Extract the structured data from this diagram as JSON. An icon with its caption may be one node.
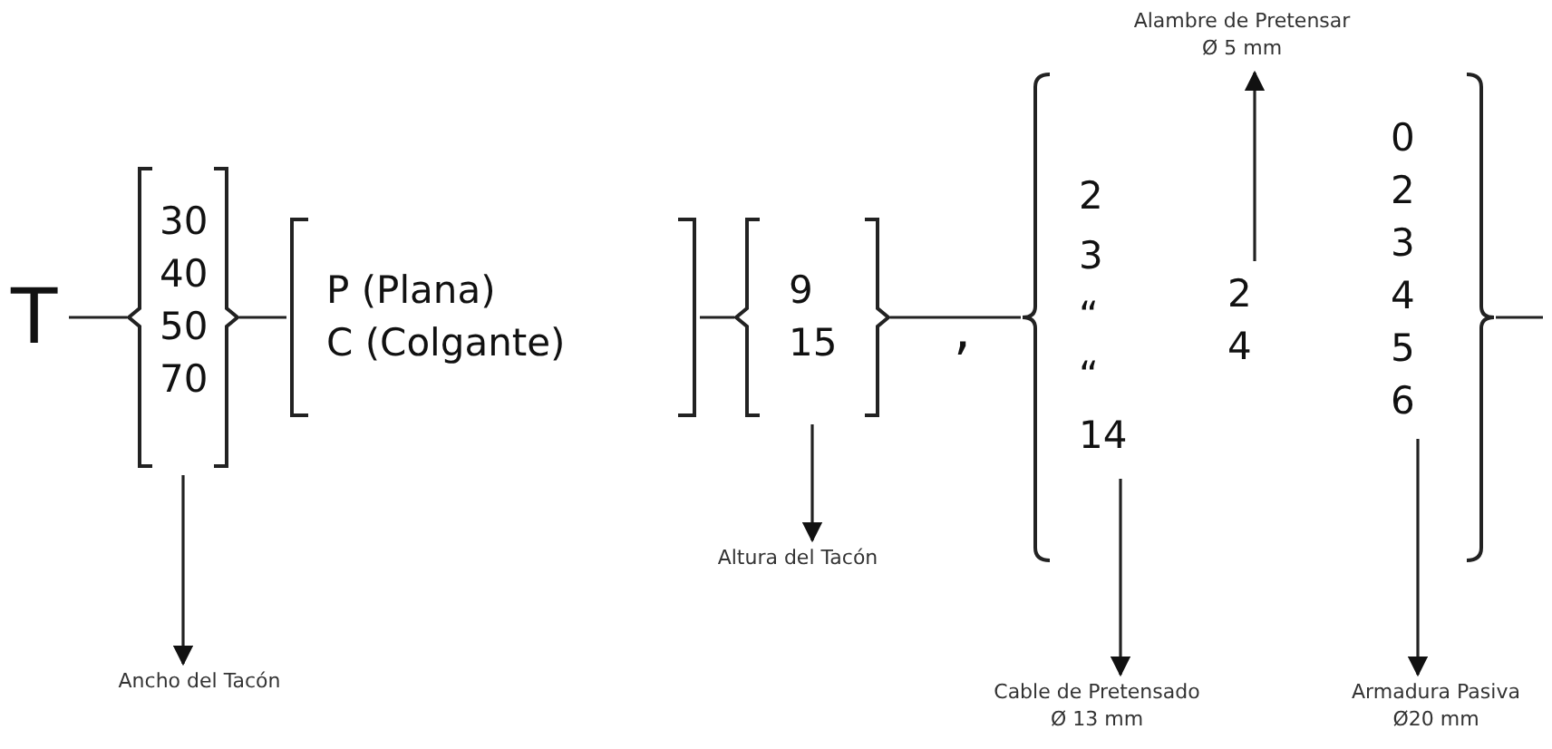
{
  "diagram": {
    "nodes": [
      {
        "text": [
          "T"
        ]
      },
      {
        "text": [
          "30",
          "40",
          "50",
          "70"
        ]
      },
      {
        "text": [
          "P (Plana)",
          "C (Colgante)"
        ]
      },
      {
        "text": [
          "9",
          "15"
        ]
      },
      {
        "text": [],
        "shape": "bracket"
      },
      {
        "text": [
          "2",
          "3",
          "“",
          "“",
          "14"
        ],
        "in": 4
      },
      {
        "text": [
          "2",
          "4"
        ],
        "in": 4
      },
      {
        "text": [
          "0",
          "2",
          "3",
          "4",
          "5",
          "6"
        ],
        "in": 4
      },
      {
        "text": [
          "Ancho del Tacón"
        ]
      },
      {
        "text": [
          "Altura del Tacón"
        ]
      },
      {
        "text": [
          "Alambre de Pretensar",
          "Ø 5 mm"
        ]
      },
      {
        "text": [
          "Cable de Pretensado",
          "Ø 13 mm"
        ]
      },
      {
        "text": [
          "Armadura Pasiva",
          "Ø20 mm"
        ]
      }
    ],
    "edges": [
      {
        "from": 0,
        "to": 1,
        "arrow": "none"
      },
      {
        "from": 1,
        "to": 2,
        "arrow": "none"
      },
      {
        "from": 2,
        "to": 3,
        "arrow": "none"
      },
      {
        "from": 3,
        "to": 4,
        "arrow": "none"
      },
      {
        "from": 4,
        "to": null,
        "arrow": "none"
      },
      {
        "from": 1,
        "to": 8,
        "arrow": "to"
      },
      {
        "from": 3,
        "to": 9,
        "arrow": "to"
      },
      {
        "from": 6,
        "to": 10,
        "arrow": "to"
      },
      {
        "from": 5,
        "to": 11,
        "arrow": "to"
      },
      {
        "from": 7,
        "to": 12,
        "arrow": "to"
      }
    ],
    "labels": [
      ","
    ]
  }
}
